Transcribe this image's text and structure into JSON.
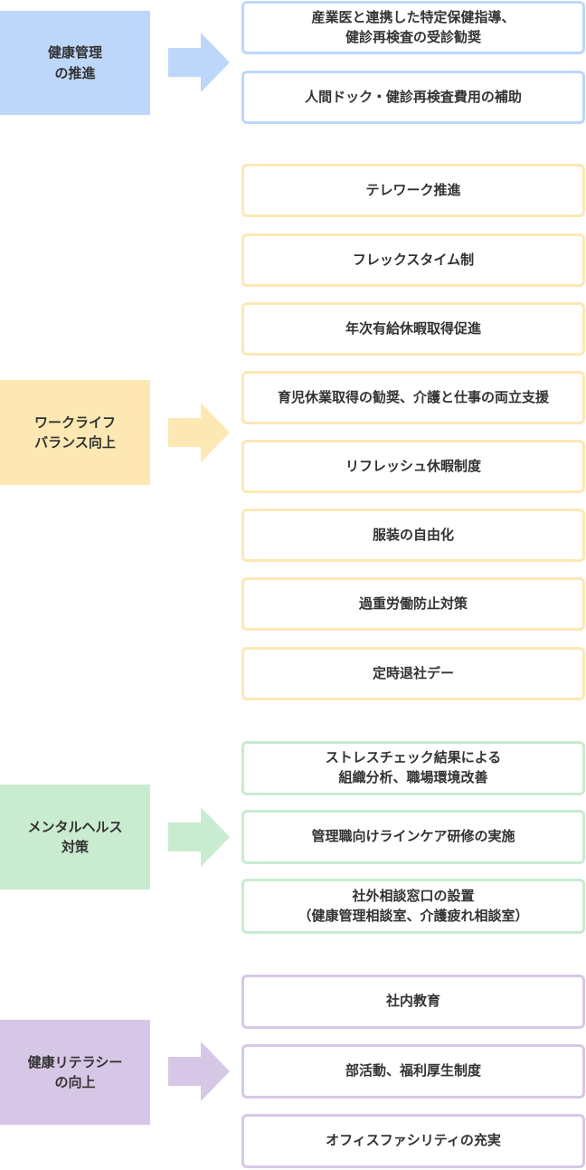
{
  "colors": {
    "health": "#bdd7fb",
    "worklife": "#fde8b4",
    "mental": "#c9ebd0",
    "literacy": "#d7c7e7"
  },
  "groups": [
    {
      "id": "health",
      "category": [
        "健康管理",
        "の推進"
      ],
      "items": [
        [
          "産業医と連携した特定保健指導、",
          "健診再検査の受診勧奨"
        ],
        [
          "人間ドック・健診再検査費用の補助"
        ]
      ]
    },
    {
      "id": "worklife",
      "category": [
        "ワークライフ",
        "バランス向上"
      ],
      "items": [
        [
          "テレワーク推進"
        ],
        [
          "フレックスタイム制"
        ],
        [
          "年次有給休暇取得促進"
        ],
        [
          "育児休業取得の勧奨、介護と仕事の両立支援"
        ],
        [
          "リフレッシュ休暇制度"
        ],
        [
          "服装の自由化"
        ],
        [
          "過重労働防止対策"
        ],
        [
          "定時退社デー"
        ]
      ]
    },
    {
      "id": "mental",
      "category": [
        "メンタルヘルス",
        "対策"
      ],
      "items": [
        [
          "ストレスチェック結果による",
          "組織分析、職場環境改善"
        ],
        [
          "管理職向けラインケア研修の実施"
        ],
        [
          "社外相談窓口の設置",
          "（健康管理相談室、介護疲れ相談室）"
        ]
      ]
    },
    {
      "id": "literacy",
      "category": [
        "健康リテラシー",
        "の向上"
      ],
      "items": [
        [
          "社内教育"
        ],
        [
          "部活動、福利厚生制度"
        ],
        [
          "オフィスファシリティの充実"
        ]
      ]
    }
  ]
}
